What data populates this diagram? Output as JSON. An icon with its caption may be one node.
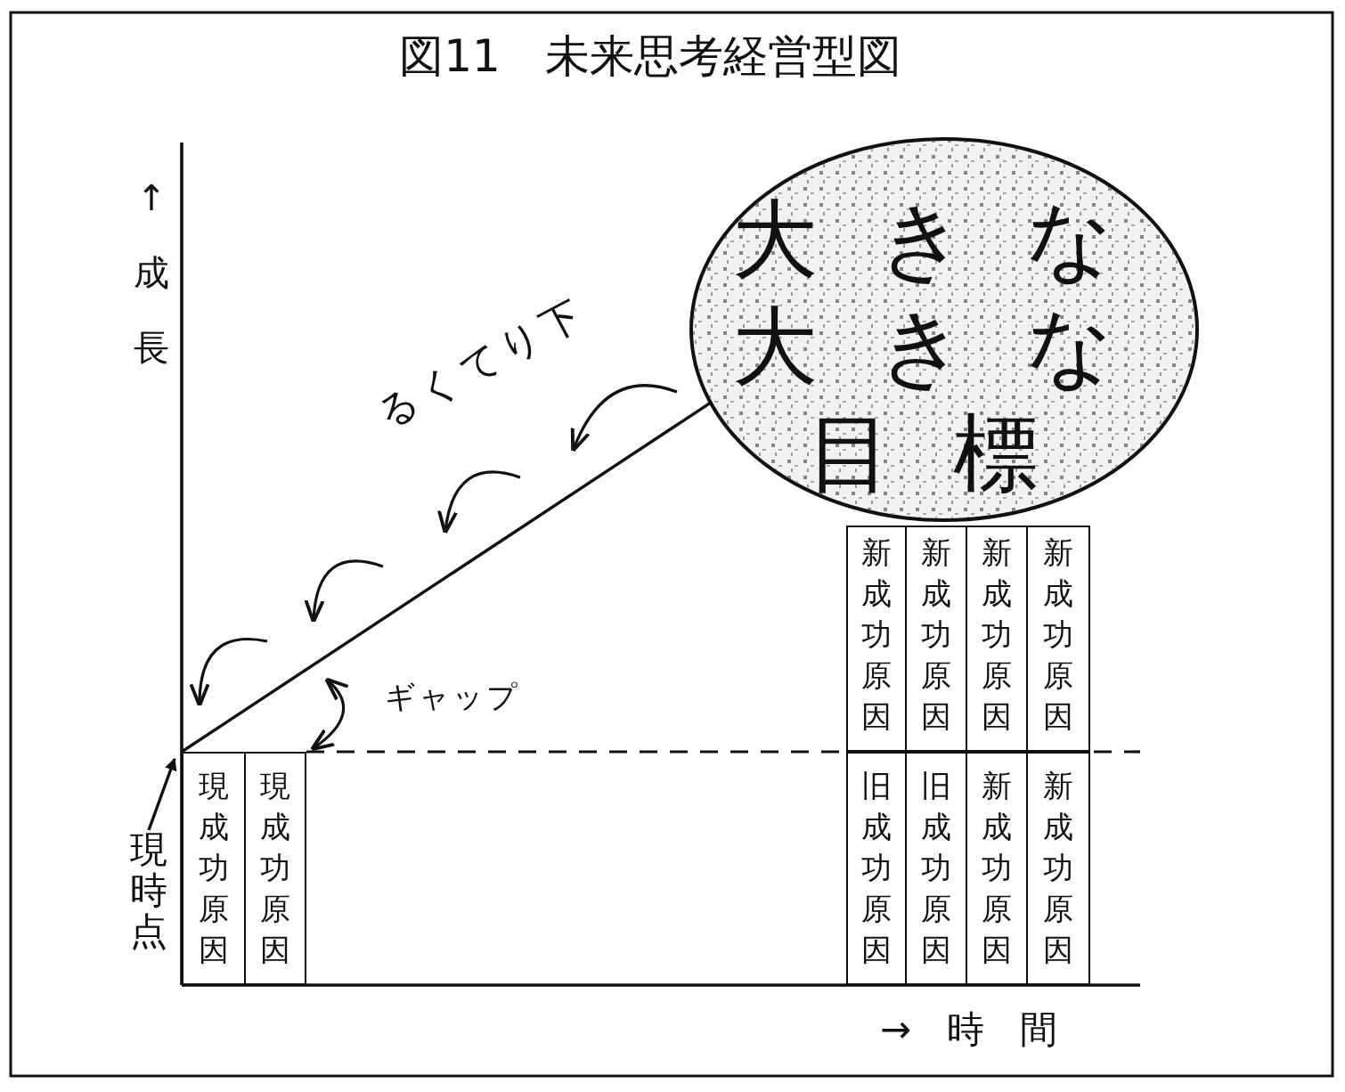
{
  "diagram": {
    "title": "図11　未来思考経営型図",
    "nodes": [
      {
        "text": [
          "大きな大きな目標"
        ]
      },
      {
        "text": [
          "新成功原因"
        ]
      },
      {
        "text": [
          "新成功原因"
        ]
      },
      {
        "text": [
          "新成功原因"
        ]
      },
      {
        "text": [
          "新成功原因"
        ]
      },
      {
        "text": [
          "現成功原因"
        ]
      },
      {
        "text": [
          "現成功原因"
        ]
      },
      {
        "text": [
          "旧成功原因"
        ]
      },
      {
        "text": [
          "旧成功原因"
        ]
      },
      {
        "text": [
          "新成功原因"
        ]
      },
      {
        "text": [
          "新成功原因"
        ]
      },
      {
        "text": [
          "現時点"
        ]
      }
    ],
    "edges": [
      {
        "from": 5,
        "to": 0,
        "arrow": "none"
      },
      {
        "from": 11,
        "to": 5,
        "arrow": "to"
      }
    ],
    "labels": [
      "↑成長",
      "るくてり下",
      "ギャップ",
      "→時間"
    ]
  }
}
